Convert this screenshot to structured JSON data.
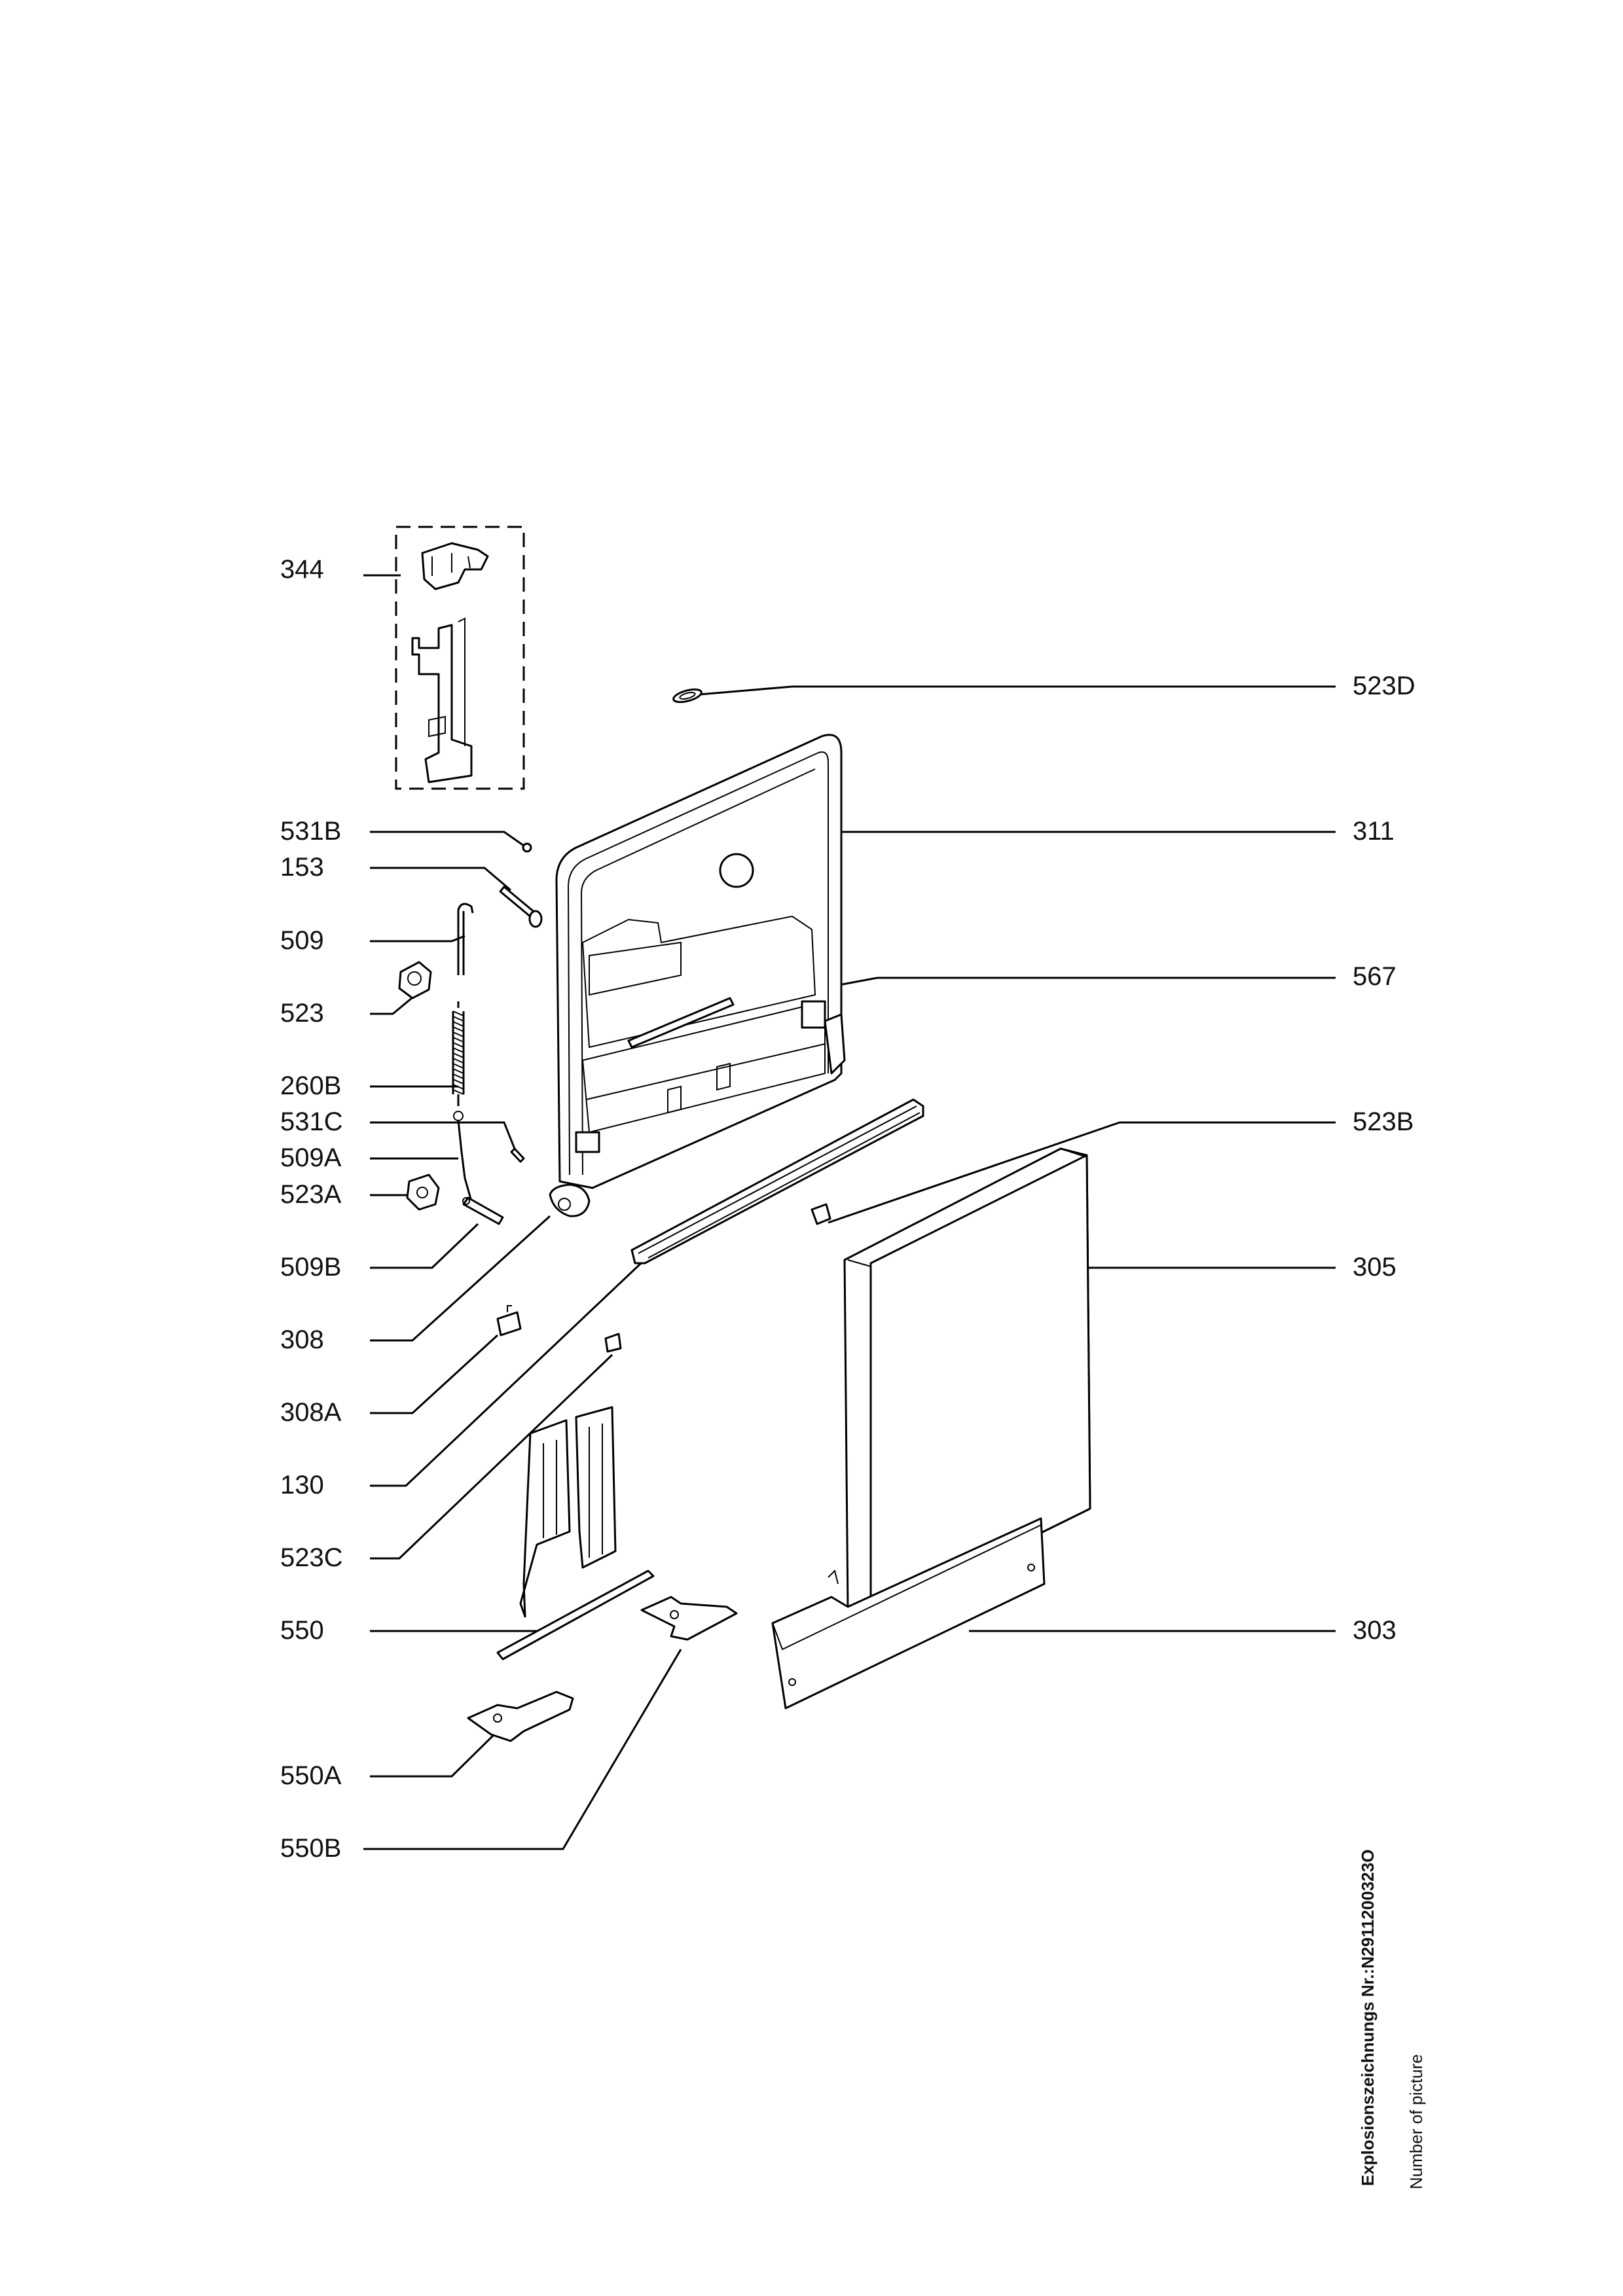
{
  "callouts": {
    "p344": "344",
    "p531B": "531B",
    "p153": "153",
    "p509": "509",
    "p523": "523",
    "p260B": "260B",
    "p531C": "531C",
    "p509A": "509A",
    "p523A": "523A",
    "p509B": "509B",
    "p308": "308",
    "p308A": "308A",
    "p130": "130",
    "p523C": "523C",
    "p550": "550",
    "p550A": "550A",
    "p550B": "550B",
    "p523D": "523D",
    "p311": "311",
    "p567": "567",
    "p523B": "523B",
    "p305": "305",
    "p303": "303"
  },
  "side_text": {
    "drawing_number": "Explosionszeichnungs Nr.:N2911200323O",
    "number_of_picture": "Number of picture"
  }
}
